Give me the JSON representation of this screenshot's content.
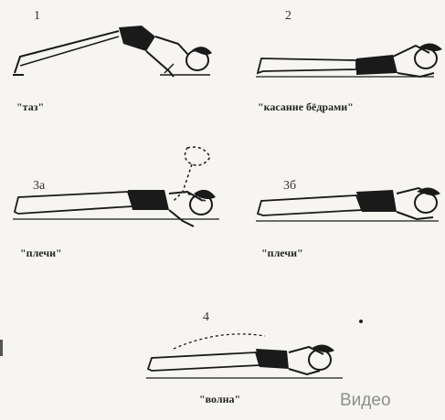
{
  "figures": [
    {
      "number": "1",
      "caption": "\"таз\""
    },
    {
      "number": "2",
      "caption": "\"касание бёдрами\""
    },
    {
      "number": "3а",
      "caption": "\"плечи\""
    },
    {
      "number": "3б",
      "caption": "\"плечи\""
    },
    {
      "number": "4",
      "caption": "\"волна\""
    }
  ],
  "video_link": {
    "label": "Видео",
    "color": "#8e8e8e"
  },
  "ink_color": "#1a1a1a"
}
